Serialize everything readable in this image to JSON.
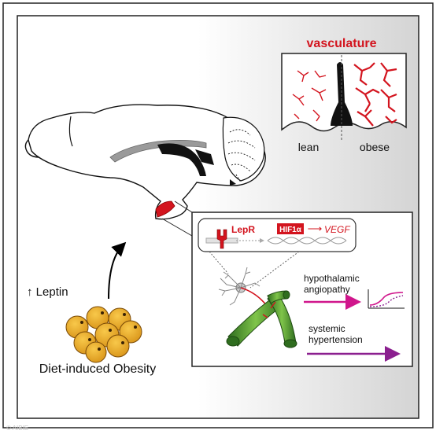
{
  "vasculature_panel": {
    "title": "vasculature",
    "left_label": "lean",
    "right_label": "obese"
  },
  "inset_panel": {
    "receptor": "LepR",
    "factor": "HIF1α",
    "arrow_symbol": "⟶",
    "target_gene": "VEGF",
    "outcome_1": "hypothalamic\nangiopathy",
    "outcome_1_line1": "hypothalamic",
    "outcome_1_line2": "angiopathy",
    "outcome_2_line1": "systemic",
    "outcome_2_line2": "hypertension"
  },
  "leptin_label": "↑ Leptin",
  "obesity_label": "Diet-induced Obesity",
  "watermark": "© AIBIE"
}
